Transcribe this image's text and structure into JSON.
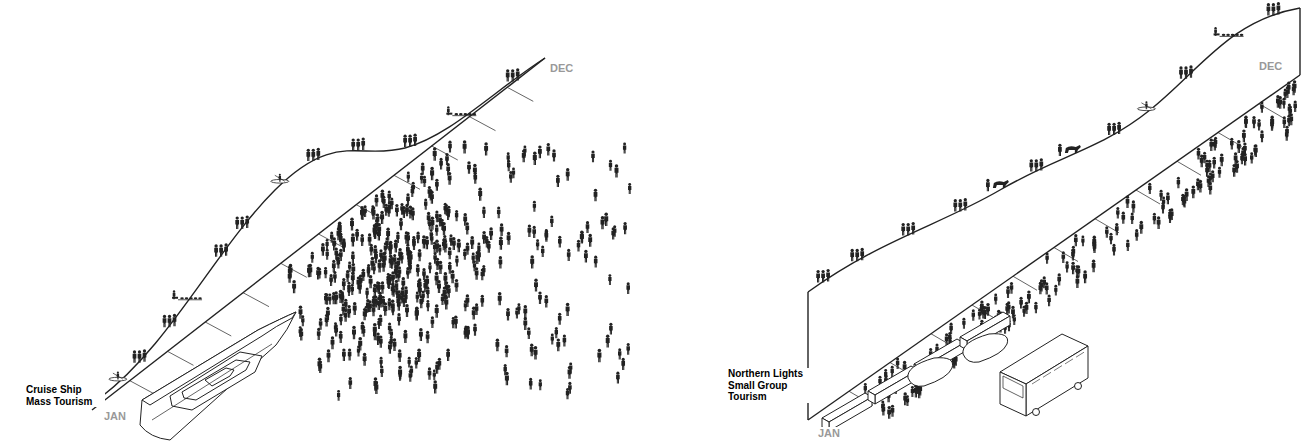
{
  "diagram": {
    "labels": [
      "Cruise Ship Mass Tourism",
      "JAN",
      "DEC",
      "Northern Lights Small Group Tourism",
      "JAN",
      "DEC"
    ]
  }
}
